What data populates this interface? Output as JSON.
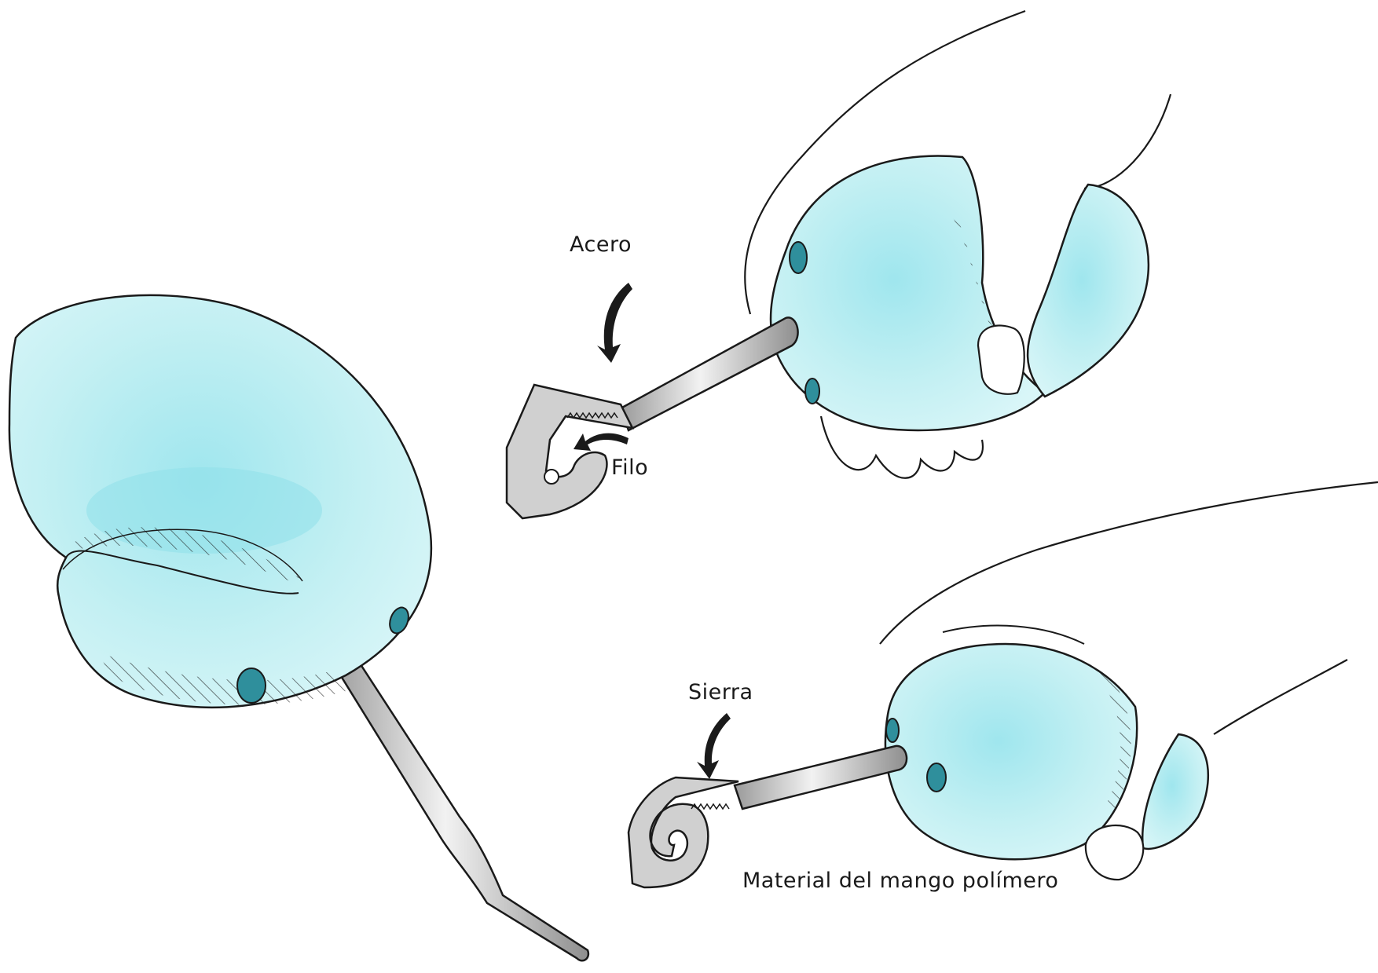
{
  "labels": {
    "acero": "Acero",
    "filo": "Filo",
    "sierra": "Sierra",
    "material": "Material del mango polímero"
  },
  "colors": {
    "handle_fill": "#c4f0f3",
    "handle_shade": "#7fdce6",
    "metal_light": "#eeeeee",
    "metal_mid": "#c8c8c8",
    "metal_dark": "#8a8a8a",
    "outline": "#1a1a1a"
  }
}
